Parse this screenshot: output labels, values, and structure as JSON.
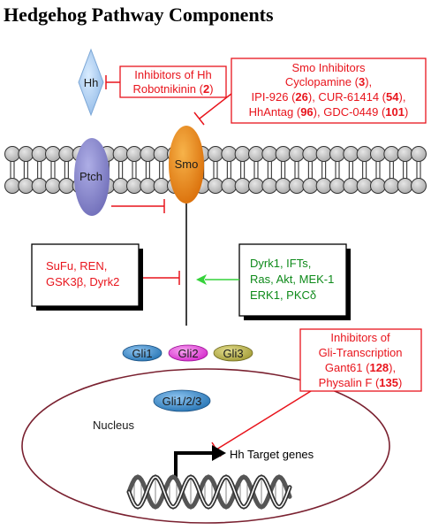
{
  "title": "Hedgehog Pathway Components",
  "labels": {
    "hh": "Hh",
    "ptch": "Ptch",
    "smo": "Smo",
    "gli1": "Gli1",
    "gli2": "Gli2",
    "gli3": "Gli3",
    "gli123": "Gli1/2/3",
    "nucleus": "Nucleus",
    "target_genes": "Hh Target genes"
  },
  "boxes": {
    "hh_inhibitors": {
      "line1": "Inhibitors of Hh",
      "line2_text": "Robotnikinin (",
      "line2_num": "2",
      "line2_end": ")"
    },
    "smo_inhibitors": {
      "heading": "Smo Inhibitors",
      "l2a": "Cyclopamine (",
      "l2n": "3",
      "l2b": "),",
      "l3a": "IPI-926 (",
      "l3n1": "26",
      "l3b": "), CUR-61414 (",
      "l3n2": "54",
      "l3c": "),",
      "l4a": "HhAntag (",
      "l4n1": "96",
      "l4b": "), GDC-0449 (",
      "l4n2": "101",
      "l4c": ")"
    },
    "negative_regulators": {
      "line1": "SuFu, REN,",
      "line2_a": "GSK3",
      "line2_greek": "β",
      "line2_b": ", Dyrk2"
    },
    "positive_regulators": {
      "line1": "Dyrk1, IFTs,",
      "line2": "Ras, Akt, MEK-1",
      "line3_a": "ERK1, PKC",
      "line3_greek": "δ"
    },
    "gli_inhibitors": {
      "line1": "Inhibitors of",
      "line2": "Gli-Transcription",
      "l3a": "Gant61 (",
      "l3n": "128",
      "l3b": "),",
      "l4a": "Physalin F (",
      "l4n": "135",
      "l4b": ")"
    }
  },
  "colors": {
    "inhibitor": "#e8141c",
    "activator": "#0e8a1a",
    "hh": "#9cc4ea",
    "ptch": "#8b88c7",
    "smo": "#e8820e",
    "gli1": "#2a7fc2",
    "gli2": "#e23ad8",
    "gli3": "#a9a23a",
    "gli123": "#2a7fc2",
    "nucleus_border": "#7a2130"
  }
}
